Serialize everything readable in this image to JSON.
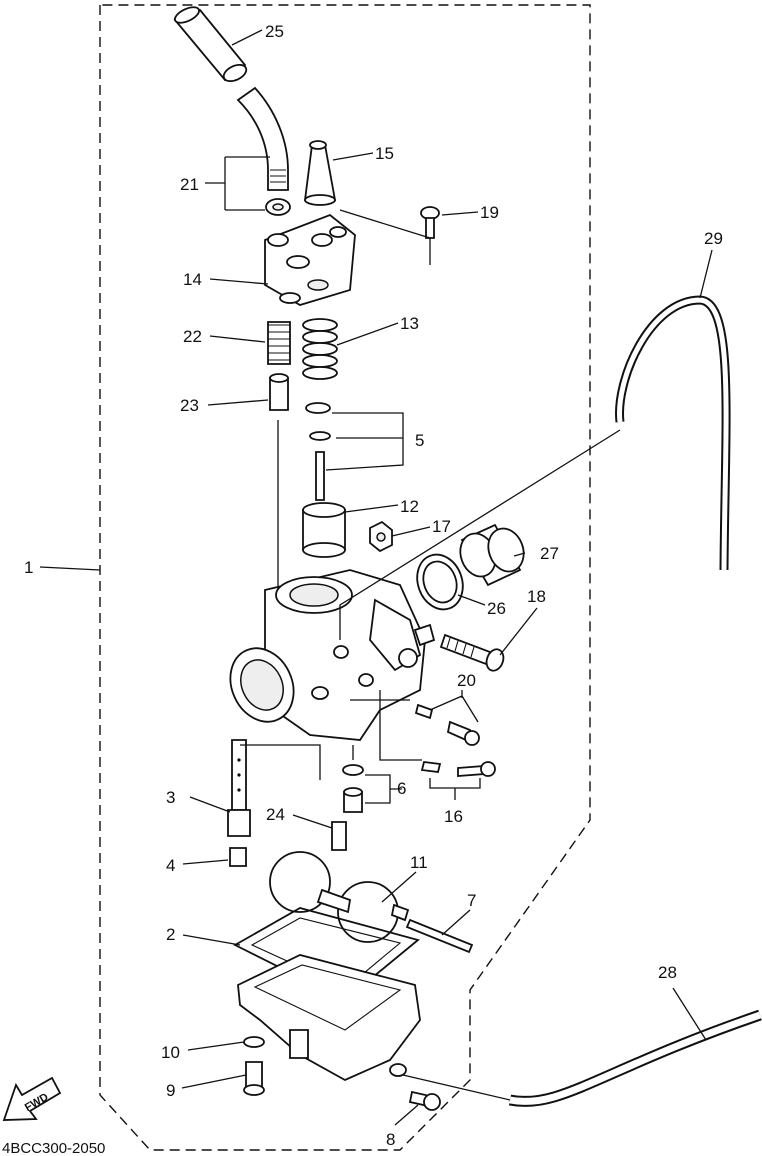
{
  "diagram_code": "4BCC300-2050",
  "fwd_label": "FWD",
  "callouts": {
    "c1": "1",
    "c2": "2",
    "c3": "3",
    "c4": "4",
    "c5": "5",
    "c6": "6",
    "c7": "7",
    "c8": "8",
    "c9": "9",
    "c10": "10",
    "c11": "11",
    "c12": "12",
    "c13": "13",
    "c14": "14",
    "c15": "15",
    "c16": "16",
    "c17": "17",
    "c18": "18",
    "c19": "19",
    "c20": "20",
    "c21": "21",
    "c22": "22",
    "c23": "23",
    "c24": "24",
    "c25": "25",
    "c26": "26",
    "c27": "27",
    "c28": "28",
    "c29": "29"
  }
}
